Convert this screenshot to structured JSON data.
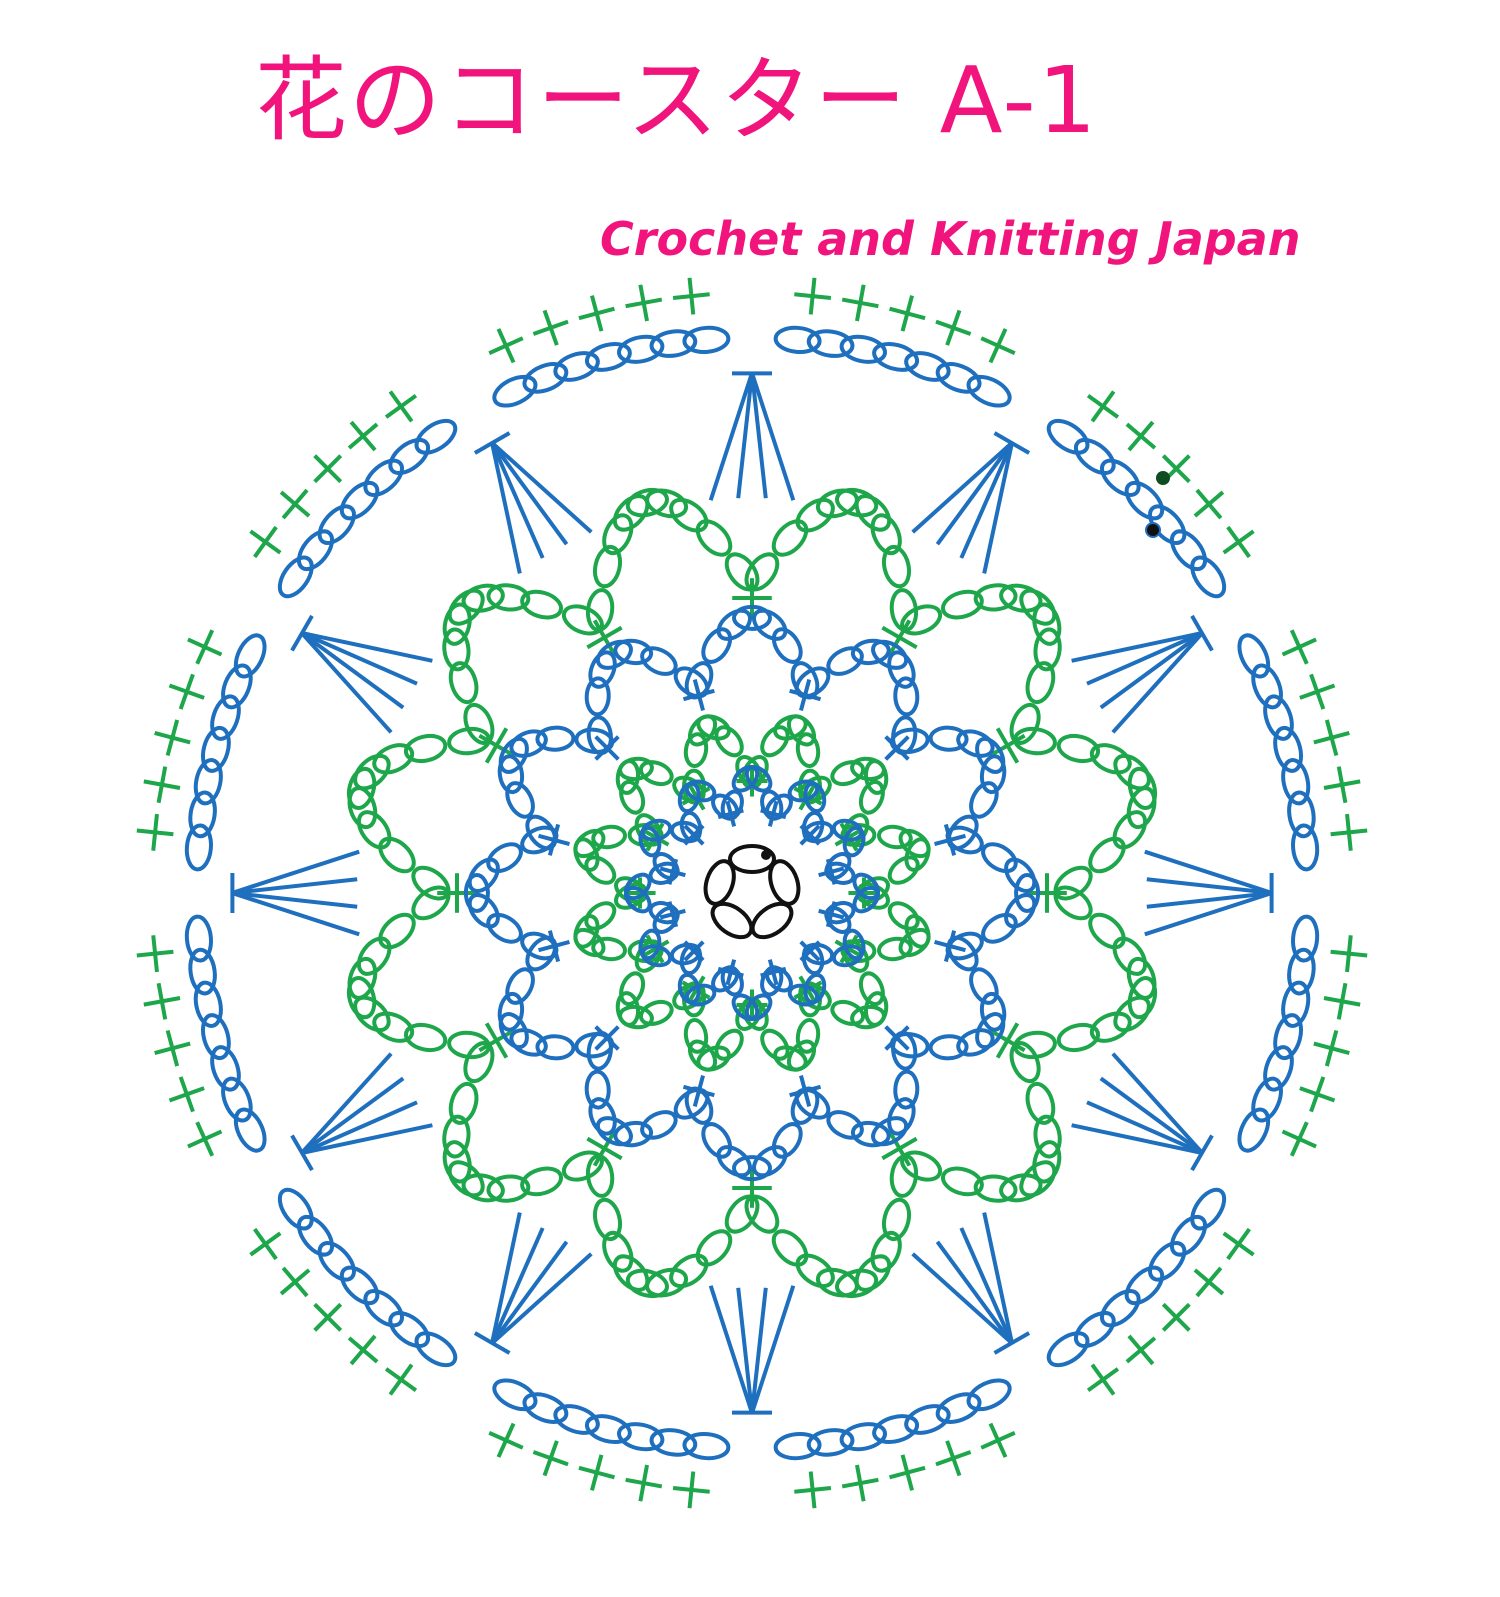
{
  "title": "花のコースター A-1",
  "subtitle": "Crochet and Knitting Japan",
  "colors": {
    "title": "#f0147c",
    "blue": "#1f6fbf",
    "green": "#1ea64b",
    "black": "#111111",
    "dark_green": "#0e4d22"
  },
  "diagram": {
    "petals": 12,
    "stitch_symbols": [
      "chain",
      "single-crochet",
      "treble-crochet",
      "slip-stitch"
    ]
  }
}
